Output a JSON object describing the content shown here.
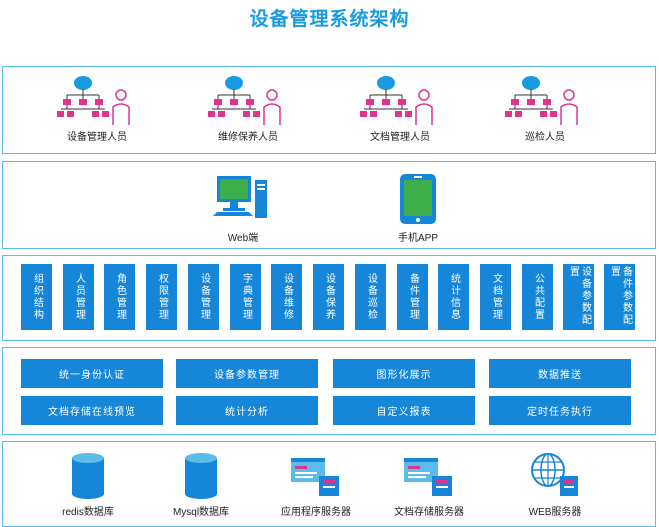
{
  "title": "设备管理系统架构",
  "users": [
    {
      "label": "设备管理人员",
      "icon": "org-user-icon"
    },
    {
      "label": "维修保养人员",
      "icon": "org-user-icon"
    },
    {
      "label": "文档管理人员",
      "icon": "org-user-icon"
    },
    {
      "label": "巡检人员",
      "icon": "org-user-icon"
    }
  ],
  "clients": [
    {
      "label": "Web端",
      "icon": "desktop-computer-icon"
    },
    {
      "label": "手机APP",
      "icon": "mobile-phone-icon"
    }
  ],
  "modules": [
    "组织结构",
    "人员管理",
    "角色管理",
    "权限管理",
    "设备管理",
    "字典管理",
    "设备维修",
    "设备保养",
    "设备巡检",
    "备件管理",
    "统计信息",
    "文档管理",
    "公共配置",
    "设备参数配置",
    "备件参数配置"
  ],
  "services": [
    "统一身份认证",
    "设备参数管理",
    "图形化展示",
    "数据推送",
    "文档存储在线预览",
    "统计分析",
    "自定义报表",
    "定时任务执行"
  ],
  "infra": [
    {
      "label": "redis数据库",
      "icon": "database-icon"
    },
    {
      "label": "Mysql数据库",
      "icon": "database-icon"
    },
    {
      "label": "应用程序服务器",
      "icon": "app-server-icon"
    },
    {
      "label": "文档存储服务器",
      "icon": "doc-server-icon"
    },
    {
      "label": "WEB服务器",
      "icon": "web-globe-server-icon"
    }
  ],
  "colors": {
    "accent": "#1686d8",
    "border": "#5bbbe9",
    "title": "#1a9ae0",
    "pink": "#e0338e",
    "screen_green": "#3cae4a"
  }
}
